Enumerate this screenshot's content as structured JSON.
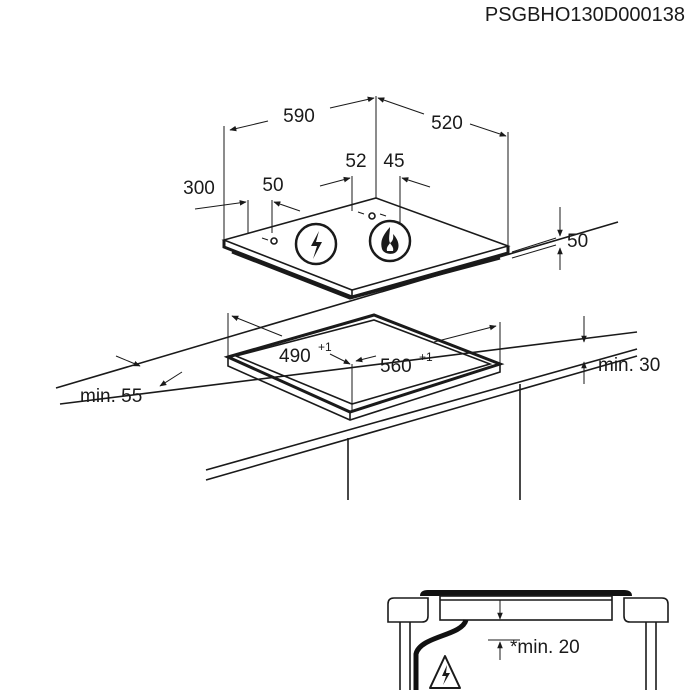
{
  "code": "PSGBHO130D000138",
  "dimensions": {
    "width": "590",
    "depth": "520",
    "side_offset": "300",
    "knob_offset": "50",
    "burner_offset_a": "52",
    "burner_offset_b": "45",
    "height": "50",
    "cutout_depth": "490",
    "cutout_depth_tol": "+1",
    "cutout_width": "560",
    "cutout_width_tol": "+1",
    "min_front": "min. 55",
    "min_side": "min. 30",
    "min_below": "*min. 20"
  },
  "icons": [
    "electric-hazard-icon",
    "gas-flame-icon",
    "electric-warning-icon"
  ],
  "colors": {
    "line": "#1a1a1a",
    "fill_dark": "#111111"
  }
}
